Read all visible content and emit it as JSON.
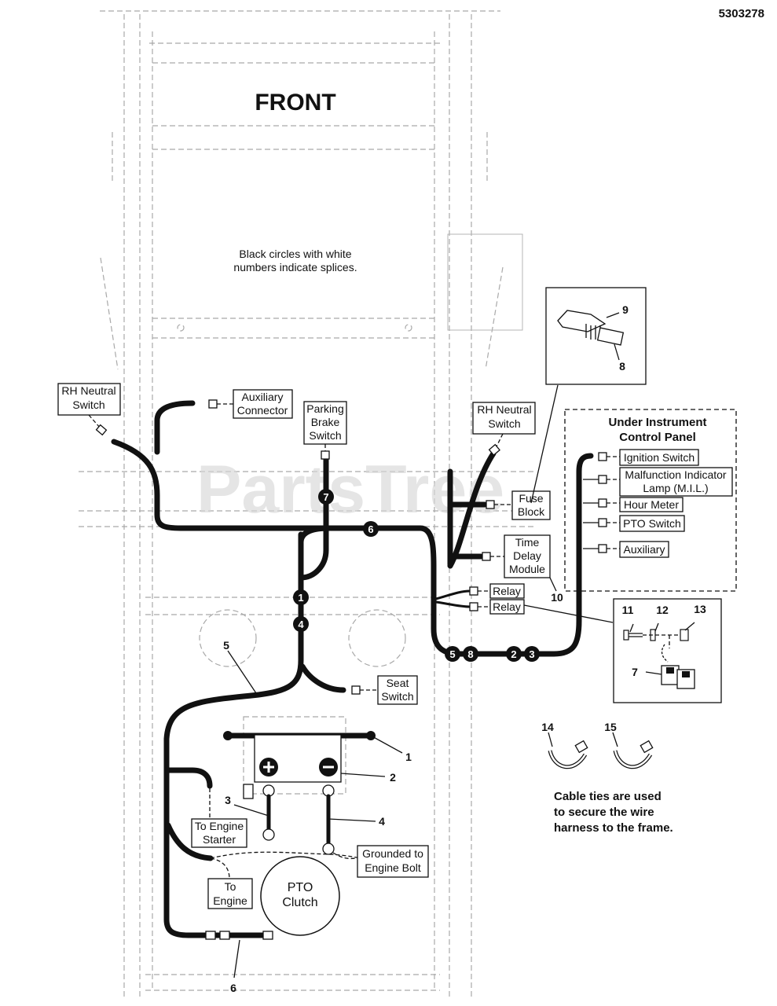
{
  "diagram_number": "5303278",
  "front_label": "FRONT",
  "note": [
    "Black circles with white",
    "numbers indicate splices."
  ],
  "watermark": "PartsTree",
  "panel_title": [
    "Under Instrument",
    "Control Panel"
  ],
  "components": {
    "rh_neutral_left": [
      "RH Neutral",
      "Switch"
    ],
    "aux_connector": [
      "Auxiliary",
      "Connector"
    ],
    "parking_brake": [
      "Parking",
      "Brake",
      "Switch"
    ],
    "rh_neutral_right": [
      "RH Neutral",
      "Switch"
    ],
    "fuse_block": [
      "Fuse",
      "Block"
    ],
    "time_delay": [
      "Time",
      "Delay",
      "Module"
    ],
    "relay_1": "Relay",
    "relay_2": "Relay",
    "ignition": "Ignition Switch",
    "mil": [
      "Malfunction Indicator",
      "Lamp (M.I.L.)"
    ],
    "hour_meter": "Hour Meter",
    "pto_switch": "PTO Switch",
    "auxiliary": "Auxiliary",
    "seat_switch": [
      "Seat",
      "Switch"
    ],
    "engine_starter": [
      "To Engine",
      "Starter"
    ],
    "to_engine": [
      "To",
      "Engine"
    ],
    "grounded": [
      "Grounded to",
      "Engine Bolt"
    ],
    "pto_clutch": [
      "PTO",
      "Clutch"
    ]
  },
  "splices": [
    {
      "num": "7"
    },
    {
      "num": "6"
    },
    {
      "num": "1"
    },
    {
      "num": "4"
    },
    {
      "num": "5"
    },
    {
      "num": "8"
    },
    {
      "num": "2"
    },
    {
      "num": "3"
    }
  ],
  "callouts": [
    "1",
    "2",
    "3",
    "4",
    "5",
    "6",
    "7",
    "8",
    "9",
    "10",
    "11",
    "12",
    "13",
    "14",
    "15"
  ],
  "cable_tie_note": [
    "Cable ties are used",
    "to secure the wire",
    "harness to the frame."
  ]
}
